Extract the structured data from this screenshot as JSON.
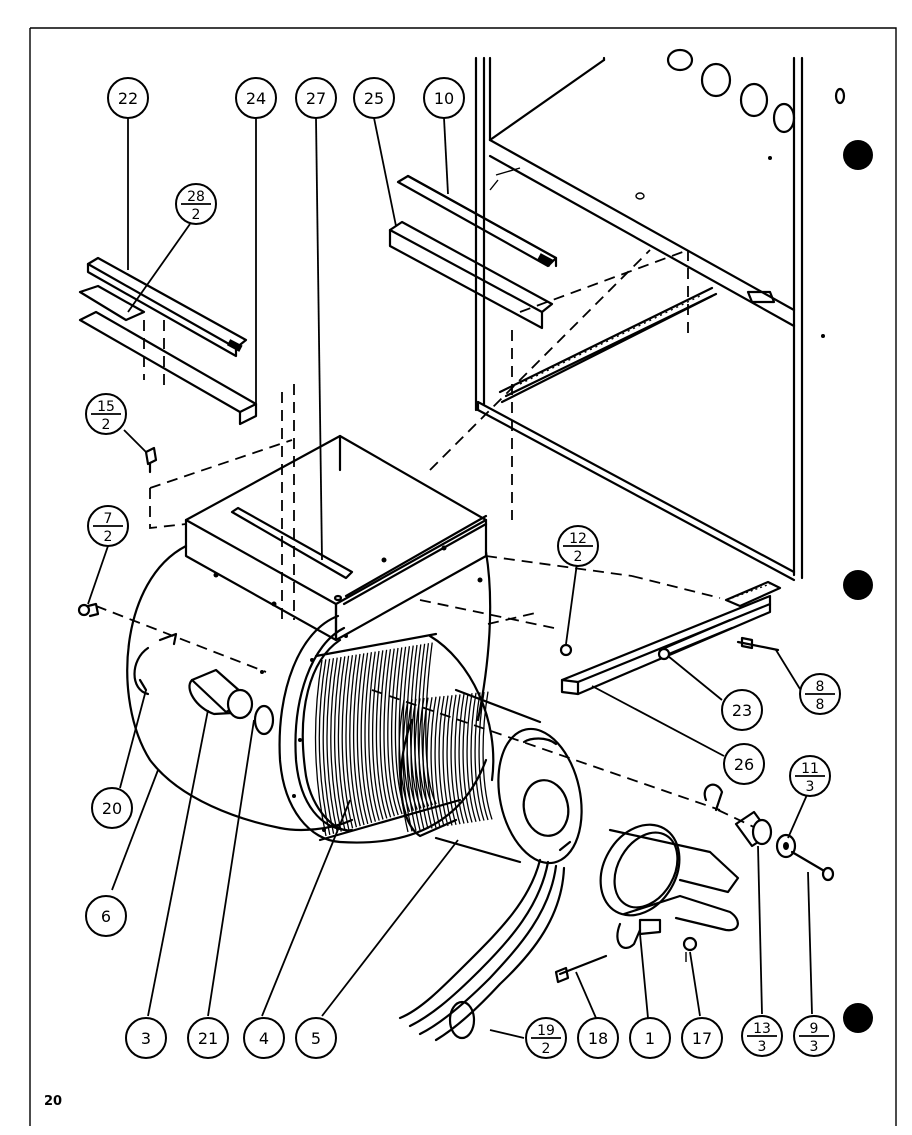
{
  "page_number": "20",
  "callouts": [
    {
      "id": "c22",
      "label": "22"
    },
    {
      "id": "c24",
      "label": "24"
    },
    {
      "id": "c27",
      "label": "27"
    },
    {
      "id": "c25",
      "label": "25"
    },
    {
      "id": "c10",
      "label": "10"
    },
    {
      "id": "c28",
      "label": "28",
      "sub": "2"
    },
    {
      "id": "c15",
      "label": "15",
      "sub": "2"
    },
    {
      "id": "c7",
      "label": "7",
      "sub": "2"
    },
    {
      "id": "c12",
      "label": "12",
      "sub": "2"
    },
    {
      "id": "c8",
      "label": "8",
      "sub": "8"
    },
    {
      "id": "c23",
      "label": "23"
    },
    {
      "id": "c26",
      "label": "26"
    },
    {
      "id": "c11",
      "label": "11",
      "sub": "3"
    },
    {
      "id": "c20",
      "label": "20"
    },
    {
      "id": "c6",
      "label": "6"
    },
    {
      "id": "c3",
      "label": "3"
    },
    {
      "id": "c21",
      "label": "21"
    },
    {
      "id": "c4",
      "label": "4"
    },
    {
      "id": "c5",
      "label": "5"
    },
    {
      "id": "c19",
      "label": "19",
      "sub": "2"
    },
    {
      "id": "c18",
      "label": "18"
    },
    {
      "id": "c1",
      "label": "1"
    },
    {
      "id": "c17",
      "label": "17"
    },
    {
      "id": "c13",
      "label": "13",
      "sub": "3"
    },
    {
      "id": "c9",
      "label": "9",
      "sub": "3"
    }
  ]
}
